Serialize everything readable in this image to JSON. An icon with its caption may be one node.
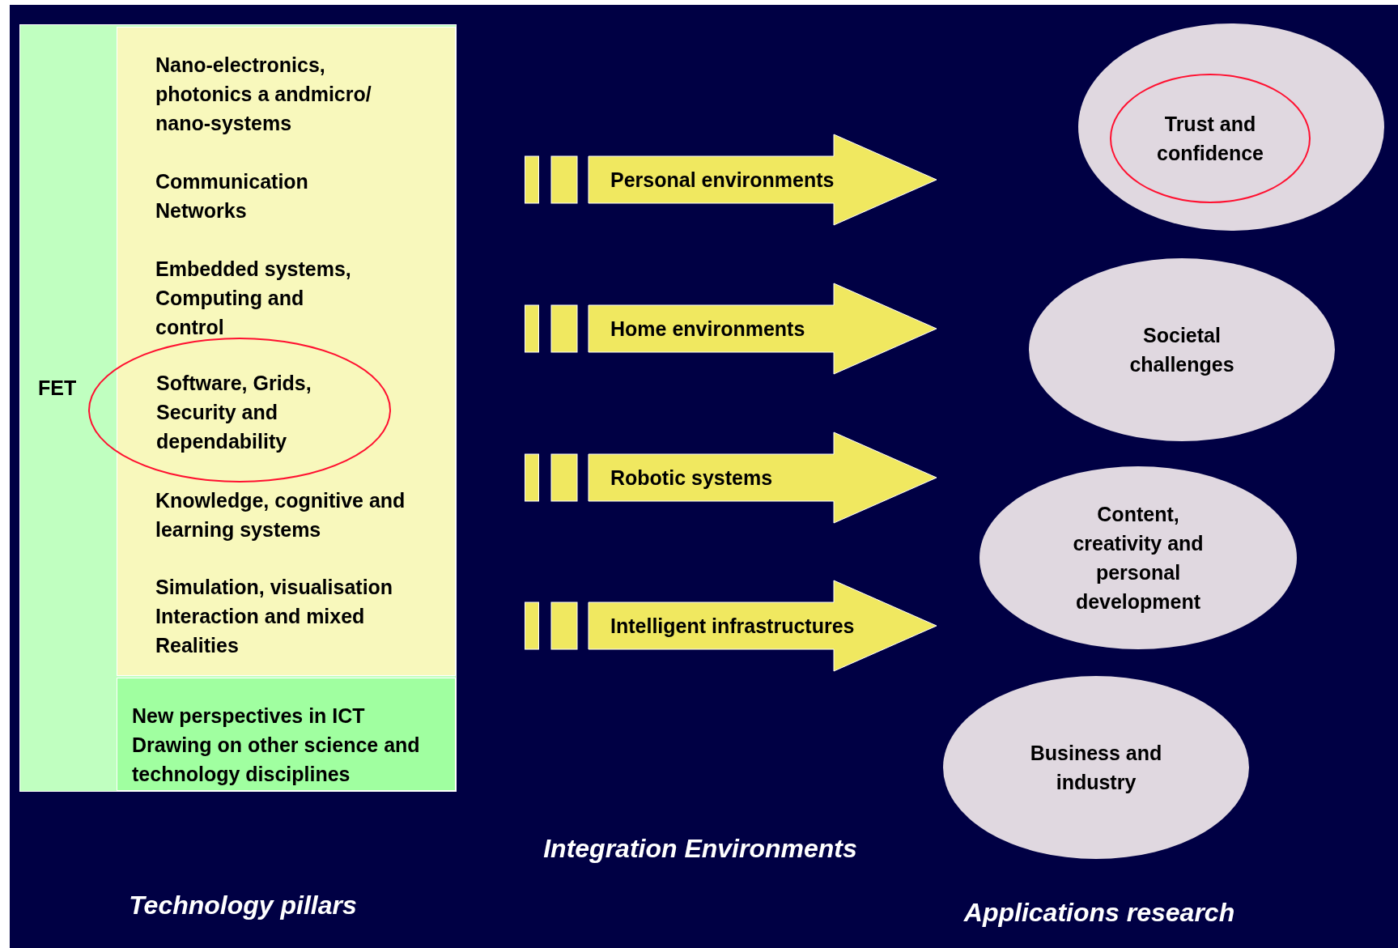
{
  "diagram": {
    "nodes": [
      {
        "text": [
          "FET"
        ]
      },
      {
        "text": [
          "Nano-electronics, photonics a andmicro/ nano-systems",
          "Communication Networks",
          "Embedded systems, Computing and control",
          "Knowledge, cognitive and learning systems",
          "Simulation, visualisation Interaction and mixed Realities"
        ],
        "in": 0
      },
      {
        "text": [
          "Software, Grids, Security and dependability"
        ],
        "in": 0
      },
      {
        "text": [
          "New perspectives in ICT Drawing on other science and technology disciplines"
        ],
        "in": 0
      },
      {
        "text": [
          "Personal environments"
        ]
      },
      {
        "text": [
          "Home environments"
        ]
      },
      {
        "text": [
          "Robotic systems"
        ]
      },
      {
        "text": [
          "Intelligent infrastructures"
        ]
      },
      {
        "text": [],
        "shape": "ellipse"
      },
      {
        "text": [
          "Trust and confidence"
        ],
        "in": 8
      },
      {
        "text": [
          "Societal challenges"
        ]
      },
      {
        "text": [
          "Content, creativity and personal development"
        ]
      },
      {
        "text": [
          "Business and industry"
        ]
      }
    ],
    "edges": [],
    "labels": [
      "Integration Environments",
      "Technology pillars",
      "Applications research"
    ]
  }
}
